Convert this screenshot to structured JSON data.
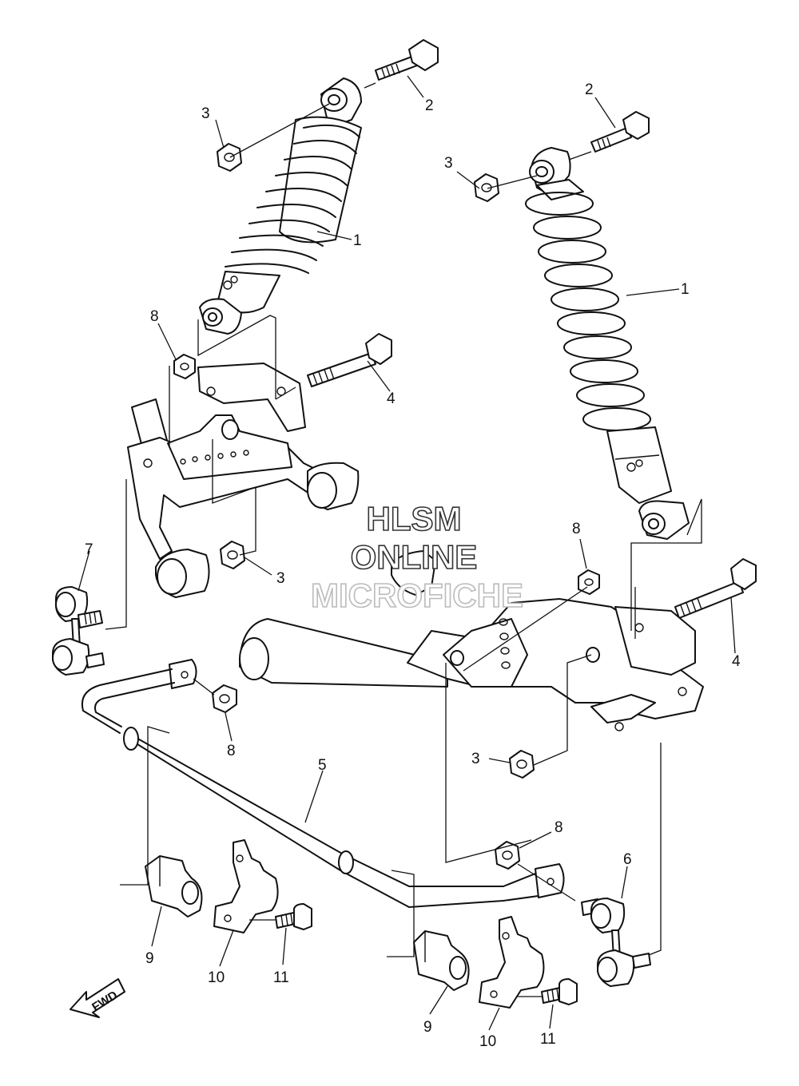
{
  "watermark": {
    "line1": "HLSM",
    "line2": "ONLINE",
    "line3": "MICROFICHE"
  },
  "fwd_label": "FWD",
  "callouts": [
    {
      "id": "c1a",
      "text": "1"
    },
    {
      "id": "c1b",
      "text": "1"
    },
    {
      "id": "c2a",
      "text": "2"
    },
    {
      "id": "c2b",
      "text": "2"
    },
    {
      "id": "c3a",
      "text": "3"
    },
    {
      "id": "c3b",
      "text": "3"
    },
    {
      "id": "c3c",
      "text": "3"
    },
    {
      "id": "c3d",
      "text": "3"
    },
    {
      "id": "c4a",
      "text": "4"
    },
    {
      "id": "c4b",
      "text": "4"
    },
    {
      "id": "c5",
      "text": "5"
    },
    {
      "id": "c6",
      "text": "6"
    },
    {
      "id": "c7",
      "text": "7"
    },
    {
      "id": "c8a",
      "text": "8"
    },
    {
      "id": "c8b",
      "text": "8"
    },
    {
      "id": "c8c",
      "text": "8"
    },
    {
      "id": "c8d",
      "text": "8"
    },
    {
      "id": "c9a",
      "text": "9"
    },
    {
      "id": "c9b",
      "text": "9"
    },
    {
      "id": "c10a",
      "text": "10"
    },
    {
      "id": "c10b",
      "text": "10"
    },
    {
      "id": "c11a",
      "text": "11"
    },
    {
      "id": "c11b",
      "text": "11"
    }
  ]
}
